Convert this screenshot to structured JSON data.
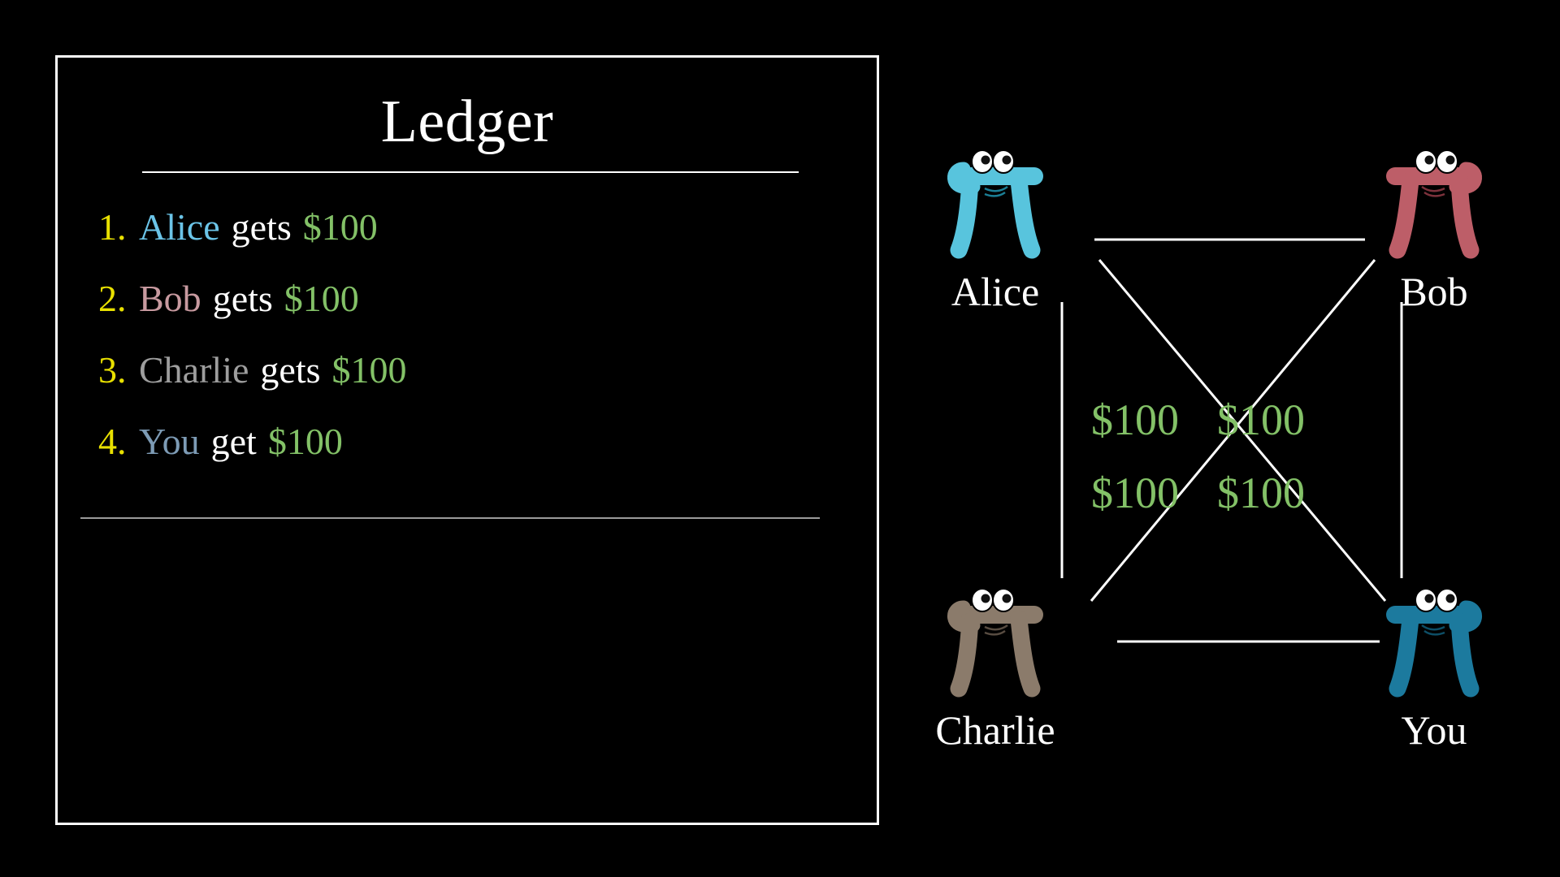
{
  "background_color": "#000000",
  "ledger": {
    "title": "Ledger",
    "entries": [
      {
        "number": "1.",
        "who": "Alice",
        "verb": "gets",
        "amount": "$100"
      },
      {
        "number": "2.",
        "who": "Bob",
        "verb": "gets",
        "amount": "$100"
      },
      {
        "number": "3.",
        "who": "Charlie",
        "verb": "gets",
        "amount": "$100"
      },
      {
        "number": "4.",
        "who": "You",
        "verb": "get",
        "amount": "$100"
      }
    ],
    "colors": {
      "number": "#E8E000",
      "verb": "#FFFFFF",
      "amount": "#83C167",
      "alice": "#6BC4E8",
      "bob": "#C89AA0",
      "charlie": "#9E9E9E",
      "you": "#7D9BB5",
      "border": "#FFFFFF",
      "title_rule": "#FFFFFF",
      "bottom_rule": "#9A9A9A"
    }
  },
  "graph": {
    "nodes": [
      {
        "id": "alice",
        "label": "Alice",
        "color": "#58C4DD",
        "facing": "right"
      },
      {
        "id": "bob",
        "label": "Bob",
        "color": "#BD5E68",
        "facing": "left"
      },
      {
        "id": "charlie",
        "label": "Charlie",
        "color": "#8B7B6B",
        "facing": "right"
      },
      {
        "id": "you",
        "label": "You",
        "color": "#1C7A9E",
        "facing": "left"
      }
    ],
    "edges": [
      {
        "from": "alice",
        "to": "bob"
      },
      {
        "from": "alice",
        "to": "charlie"
      },
      {
        "from": "bob",
        "to": "you"
      },
      {
        "from": "charlie",
        "to": "you"
      },
      {
        "from": "alice",
        "to": "you"
      },
      {
        "from": "bob",
        "to": "charlie"
      }
    ],
    "edge_color": "#FFFFFF",
    "amounts": [
      "$100",
      "$100",
      "$100",
      "$100"
    ],
    "amount_color": "#83C167"
  }
}
